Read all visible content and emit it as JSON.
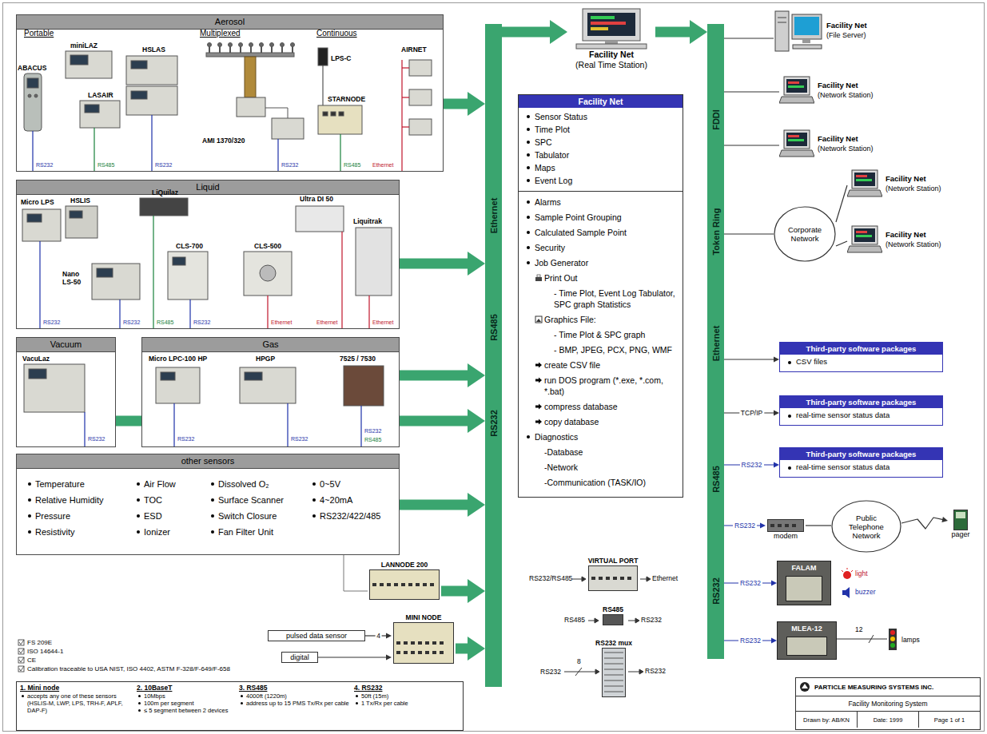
{
  "diagram": {
    "nodes": [
      {
        "text": [
          "Aerosol"
        ]
      },
      {
        "text": [
          "Liquid"
        ]
      },
      {
        "text": [
          "Vacuum"
        ]
      },
      {
        "text": [
          "Gas"
        ]
      },
      {
        "text": [
          "other sensors",
          "Temperature",
          "Relative Humidity",
          "Pressure",
          "Resistivity",
          "Air Flow",
          "TOC",
          "ESD",
          "Ionizer",
          "Dissolved O₂",
          "Surface Scanner",
          "Switch Closure",
          "Fan Filter Unit",
          "0~5V",
          "4~20mA",
          "RS232/422/485"
        ]
      },
      {
        "text": [
          "Ethernet",
          "RS485",
          "RS232"
        ]
      },
      {
        "text": [
          "Facility Net",
          "(Real Time Station)"
        ]
      },
      {
        "text": [
          "Facility Net",
          "Sensor Status",
          "Time Plot",
          "SPC",
          "Tabulator",
          "Maps",
          "Event Log"
        ]
      },
      {
        "text": [
          "Alarms",
          "Sample Point Grouping",
          "Calculated Sample Point",
          "Security",
          "Job Generator",
          "Print Out",
          "- Time Plot, Event Log Tabulator, SPC graph Statistics",
          "Graphics File:",
          "- Time Plot & SPC graph",
          "- BMP, JPEG, PCX, PNG, WMF",
          "create CSV file",
          "run DOS program (*.exe, *.com, *.bat)",
          "compress database",
          "copy database",
          "Diagnostics",
          "-Database",
          "-Network",
          "-Communication (TASK/IO)"
        ]
      },
      {
        "text": [
          "FDDI",
          "Token Ring",
          "Ethernet",
          "RS485",
          "RS232"
        ]
      },
      {
        "text": [
          "Facility Net",
          "(File Server)"
        ]
      },
      {
        "text": [
          "Facility Net",
          "(Network Station)"
        ]
      },
      {
        "text": [
          "Facility Net",
          "(Network Station)"
        ]
      },
      {
        "text": [
          "Corporate Network"
        ]
      },
      {
        "text": [
          "Facility Net",
          "(Network Station)"
        ]
      },
      {
        "text": [
          "Facility Net",
          "(Network Station)"
        ]
      },
      {
        "text": [
          "Third-party software packages",
          "CSV files"
        ]
      },
      {
        "text": [
          "Third-party software packages",
          "real-time sensor status data"
        ]
      },
      {
        "text": [
          "Third-party software packages",
          "real-time sensor status data"
        ]
      },
      {
        "text": [
          "modem"
        ]
      },
      {
        "text": [
          "Public Telephone Network"
        ]
      },
      {
        "text": [
          "pager"
        ]
      },
      {
        "text": [
          "FALAM"
        ]
      },
      {
        "text": [
          "MLEA-12"
        ]
      },
      {
        "text": [
          "LANNODE 200"
        ]
      },
      {
        "text": [
          "MINI NODE"
        ]
      },
      {
        "text": [
          "pulsed data sensor"
        ]
      },
      {
        "text": [
          "digital"
        ]
      },
      {
        "text": [
          "VIRTUAL PORT"
        ]
      },
      {
        "text": [
          "RS485"
        ]
      },
      {
        "text": [
          "RS232 mux"
        ]
      },
      {
        "text": [
          "1. Mini node",
          "accepts any one of these sensors (HSLIS-M, LWP, LPS, TRH-F, APLF, DAP-F)",
          "2. 10BaseT",
          "10Mbps",
          "100m per segment",
          "≤ 5 segment between 2 devices",
          "3. RS485",
          "4000ft (1220m)",
          "address up to 15 PMS Tx/Rx per cable",
          "4. RS232",
          "50ft (15m)",
          "1 Tx/Rx per cable"
        ]
      },
      {
        "text": [
          "PARTICLE MEASURING SYSTEMS INC.",
          "Facility Monitoring System",
          "Drawn by: AB/KN",
          "Date: 1999",
          "Page 1 of 1"
        ]
      }
    ],
    "edges": [
      {
        "from": 0,
        "to": 5,
        "arrow": "to"
      },
      {
        "from": 1,
        "to": 5,
        "arrow": "to"
      },
      {
        "from": 3,
        "to": 5,
        "arrow": "to"
      },
      {
        "from": 3,
        "to": 5,
        "arrow": "to"
      },
      {
        "from": 2,
        "to": 3,
        "arrow": "none"
      },
      {
        "from": 4,
        "to": 5,
        "arrow": "to"
      },
      {
        "from": 4,
        "to": 24,
        "arrow": "none"
      },
      {
        "from": 24,
        "to": 5,
        "arrow": "to"
      },
      {
        "from": 25,
        "to": 5,
        "arrow": "to"
      },
      {
        "from": 26,
        "to": 25,
        "arrow": "to",
        "label": "4"
      },
      {
        "from": 27,
        "to": 25,
        "arrow": "to"
      },
      {
        "from": 5,
        "to": 6,
        "arrow": "to"
      },
      {
        "from": 6,
        "to": 9,
        "arrow": "to"
      },
      {
        "from": 9,
        "to": 10,
        "arrow": "none"
      },
      {
        "from": 9,
        "to": 11,
        "arrow": "none"
      },
      {
        "from": 9,
        "to": 12,
        "arrow": "none"
      },
      {
        "from": 9,
        "to": 13,
        "arrow": "none"
      },
      {
        "from": 13,
        "to": 14,
        "arrow": "none"
      },
      {
        "from": 13,
        "to": 15,
        "arrow": "none"
      },
      {
        "from": 9,
        "to": 16,
        "arrow": "to"
      },
      {
        "from": 9,
        "to": 17,
        "arrow": "to",
        "label": "TCP/IP"
      },
      {
        "from": 9,
        "to": 18,
        "arrow": "to",
        "label": "RS232"
      },
      {
        "from": 9,
        "to": 19,
        "arrow": "to",
        "label": "RS232"
      },
      {
        "from": 19,
        "to": 20,
        "arrow": "none"
      },
      {
        "from": 20,
        "to": 21,
        "arrow": "to"
      },
      {
        "from": 9,
        "to": 22,
        "arrow": "to",
        "label": "RS232"
      },
      {
        "from": 9,
        "to": 23,
        "arrow": "to",
        "label": "RS232"
      }
    ],
    "labels": [
      "Portable",
      "Multiplexed",
      "Continuous",
      "ABACUS",
      "miniLAZ",
      "HSLAS",
      "LASAIR",
      "AMI 1370/320",
      "LPS-C",
      "STARNODE",
      "AIRNET",
      "RS232",
      "RS485",
      "RS232",
      "RS232",
      "RS485",
      "Ethernet",
      "Micro LPS",
      "HSLIS",
      "LiQuilaz",
      "Ultra DI 50",
      "CLS-700",
      "CLS-500",
      "Nano LS-50",
      "Liquitrak",
      "RS232",
      "RS232",
      "RS485",
      "RS232",
      "Ethernet",
      "Ethernet",
      "Ethernet",
      "VacuLaz",
      "RS232",
      "Micro LPC-100 HP",
      "HPGP",
      "7525 / 7530",
      "RS232",
      "RS232",
      "RS232",
      "RS485",
      "FS 209E",
      "ISO 14644-1",
      "CE",
      "Calibration traceable to USA NIST, ISO 4402, ASTM F-328/F-649/F-658",
      "RS232/RS485",
      "Ethernet",
      "RS485",
      "RS232",
      "RS232",
      "8",
      "RS232",
      "light",
      "buzzer",
      "12",
      "lamps"
    ]
  }
}
